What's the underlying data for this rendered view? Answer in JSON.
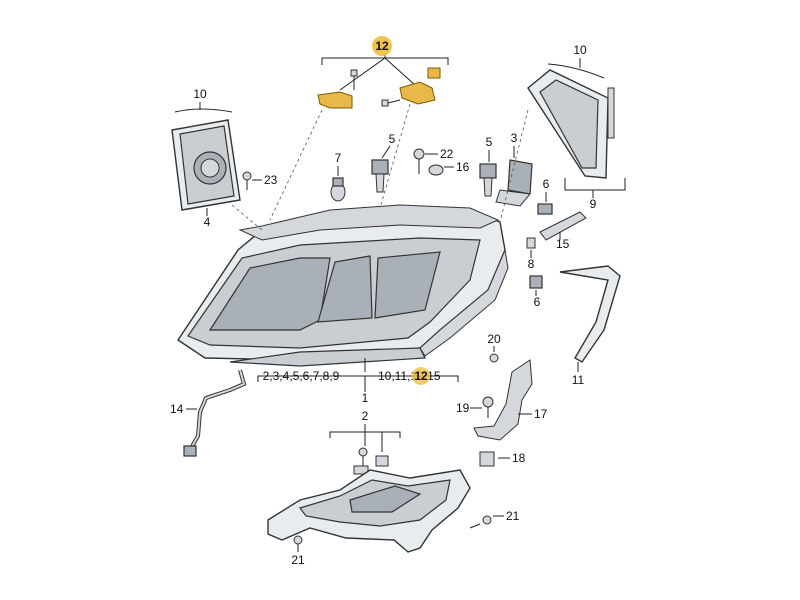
{
  "highlight_color": "#f2c44d",
  "labels": {
    "group_12": "12",
    "p10_left": "10",
    "p10_right": "10",
    "p4": "4",
    "p23": "23",
    "p7": "7",
    "p5_a": "5",
    "p22": "22",
    "p5_b": "5",
    "p3": "3",
    "p16": "16",
    "p6_a": "6",
    "p9": "9",
    "p15": "15",
    "p8": "8",
    "p6_b": "6",
    "p11": "11",
    "p20": "20",
    "p14": "14",
    "p19": "19",
    "p17": "17",
    "p18": "18",
    "p21_a": "21",
    "p21_b": "21",
    "p1": "1",
    "p2": "2",
    "bracket_left": "2,3,4,5,6,7,8,9",
    "bracket_right_prefix": "10,11,",
    "bracket_right_highlight": "12",
    "bracket_right_suffix": ",15"
  }
}
